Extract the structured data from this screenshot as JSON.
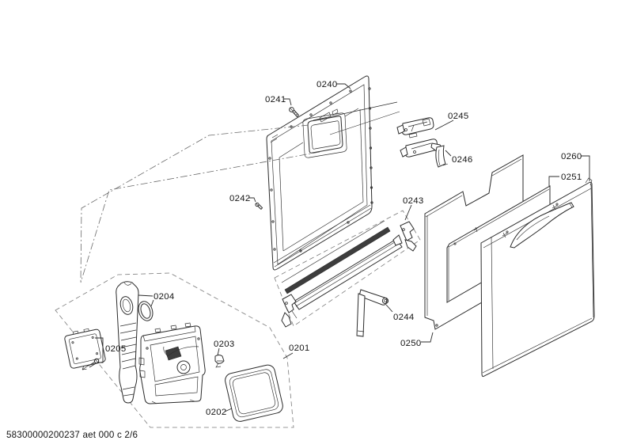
{
  "doc": {
    "footer": "58300000200237 aet 000 c 2/6"
  },
  "labels": {
    "l0201": "0201",
    "l0202": "0202",
    "l0203": "0203",
    "l0204": "0204",
    "l0205": "0205",
    "l0240": "0240",
    "l0241": "0241",
    "l0242": "0242",
    "l0243": "0243",
    "l0244": "0244",
    "l0245": "0245",
    "l0246": "0246",
    "l0250": "0250",
    "l0251": "0251",
    "l0260": "0260"
  }
}
